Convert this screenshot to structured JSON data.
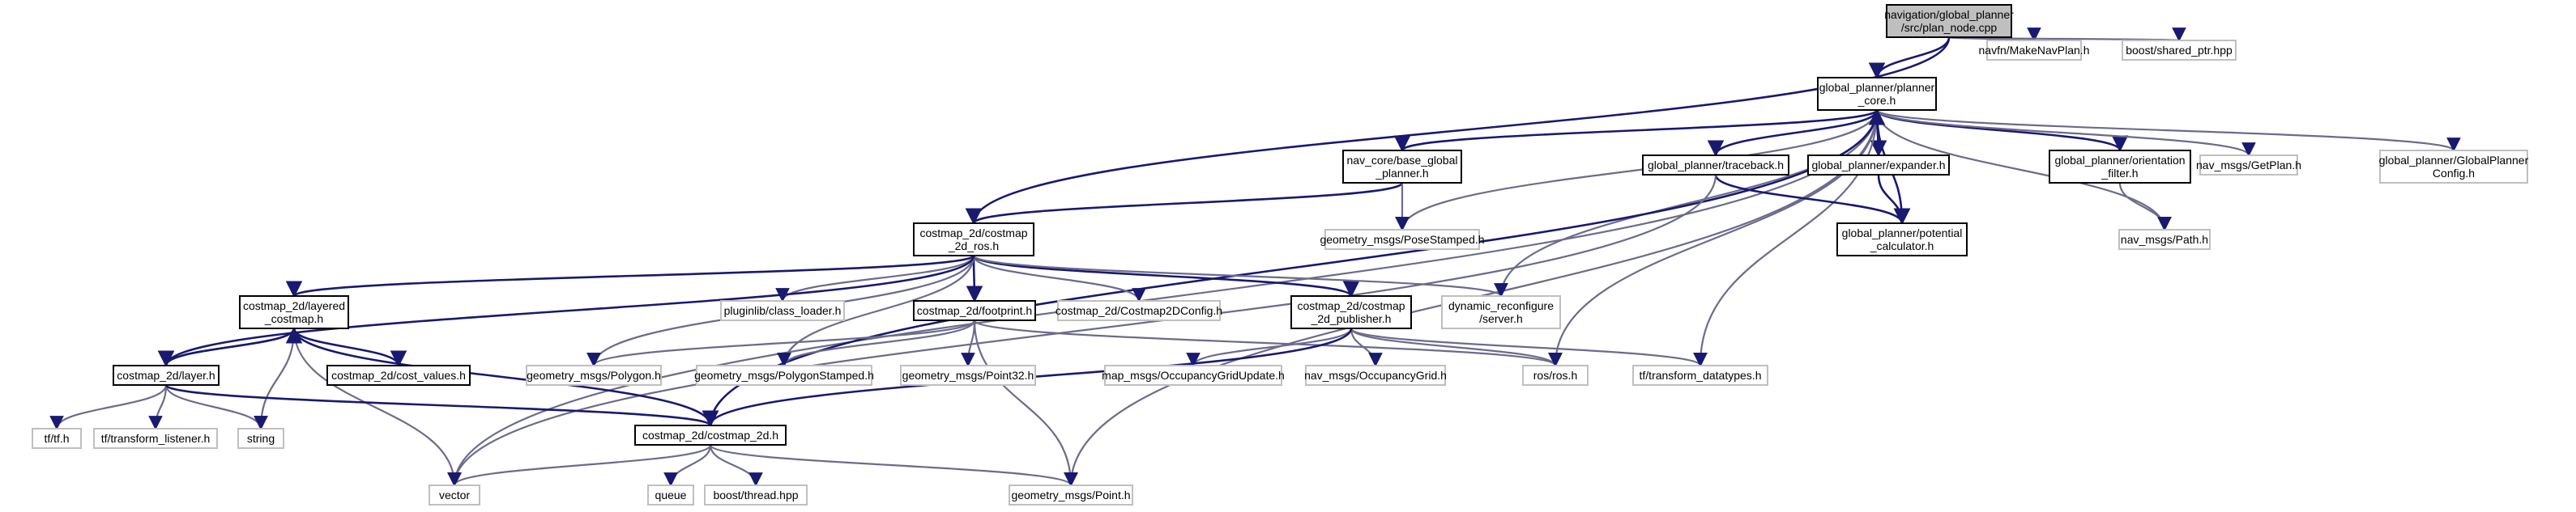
{
  "diagram": {
    "kind": "include-dependency-graph",
    "colors": {
      "root_fill": "#bfbfbf",
      "documented_border": "#000000",
      "external_border": "#bfbfbf",
      "edge": "#191970"
    },
    "nodes": [
      {
        "id": "root",
        "lines": [
          "navigation/global_planner",
          "/src/plan_node.cpp"
        ],
        "style": "root"
      },
      {
        "id": "navfn",
        "lines": [
          "navfn/MakeNavPlan.h"
        ],
        "style": "external"
      },
      {
        "id": "boost_shared",
        "lines": [
          "boost/shared_ptr.hpp"
        ],
        "style": "external"
      },
      {
        "id": "planner_core",
        "lines": [
          "global_planner/planner",
          "_core.h"
        ],
        "style": "documented"
      },
      {
        "id": "base_global",
        "lines": [
          "nav_core/base_global",
          "_planner.h"
        ],
        "style": "documented"
      },
      {
        "id": "traceback",
        "lines": [
          "global_planner/traceback.h"
        ],
        "style": "documented"
      },
      {
        "id": "expander",
        "lines": [
          "global_planner/expander.h"
        ],
        "style": "documented"
      },
      {
        "id": "orientation",
        "lines": [
          "global_planner/orientation",
          "_filter.h"
        ],
        "style": "documented"
      },
      {
        "id": "getplan",
        "lines": [
          "nav_msgs/GetPlan.h"
        ],
        "style": "external"
      },
      {
        "id": "gp_config",
        "lines": [
          "global_planner/GlobalPlanner",
          "Config.h"
        ],
        "style": "external"
      },
      {
        "id": "costmap_ros",
        "lines": [
          "costmap_2d/costmap",
          "_2d_ros.h"
        ],
        "style": "documented"
      },
      {
        "id": "posestamped",
        "lines": [
          "geometry_msgs/PoseStamped.h"
        ],
        "style": "external"
      },
      {
        "id": "potential",
        "lines": [
          "global_planner/potential",
          "_calculator.h"
        ],
        "style": "documented"
      },
      {
        "id": "path",
        "lines": [
          "nav_msgs/Path.h"
        ],
        "style": "external"
      },
      {
        "id": "layered",
        "lines": [
          "costmap_2d/layered",
          "_costmap.h"
        ],
        "style": "documented"
      },
      {
        "id": "class_loader",
        "lines": [
          "pluginlib/class_loader.h"
        ],
        "style": "external"
      },
      {
        "id": "footprint",
        "lines": [
          "costmap_2d/footprint.h"
        ],
        "style": "documented"
      },
      {
        "id": "c2dconfig",
        "lines": [
          "costmap_2d/Costmap2DConfig.h"
        ],
        "style": "external"
      },
      {
        "id": "publisher",
        "lines": [
          "costmap_2d/costmap",
          "_2d_publisher.h"
        ],
        "style": "documented"
      },
      {
        "id": "dyn_reconf",
        "lines": [
          "dynamic_reconfigure",
          "/server.h"
        ],
        "style": "external"
      },
      {
        "id": "cost_values",
        "lines": [
          "costmap_2d/cost_values.h"
        ],
        "style": "documented"
      },
      {
        "id": "layer",
        "lines": [
          "costmap_2d/layer.h"
        ],
        "style": "documented"
      },
      {
        "id": "polygon",
        "lines": [
          "geometry_msgs/Polygon.h"
        ],
        "style": "external"
      },
      {
        "id": "polygonstamped",
        "lines": [
          "geometry_msgs/PolygonStamped.h"
        ],
        "style": "external"
      },
      {
        "id": "point32",
        "lines": [
          "geometry_msgs/Point32.h"
        ],
        "style": "external"
      },
      {
        "id": "occ_update",
        "lines": [
          "map_msgs/OccupancyGridUpdate.h"
        ],
        "style": "external"
      },
      {
        "id": "occ_grid",
        "lines": [
          "nav_msgs/OccupancyGrid.h"
        ],
        "style": "external"
      },
      {
        "id": "ros",
        "lines": [
          "ros/ros.h"
        ],
        "style": "external"
      },
      {
        "id": "tf_datatypes",
        "lines": [
          "tf/transform_datatypes.h"
        ],
        "style": "external"
      },
      {
        "id": "tf",
        "lines": [
          "tf/tf.h"
        ],
        "style": "external"
      },
      {
        "id": "tf_listener",
        "lines": [
          "tf/transform_listener.h"
        ],
        "style": "external"
      },
      {
        "id": "string",
        "lines": [
          "string"
        ],
        "style": "external"
      },
      {
        "id": "costmap_2d",
        "lines": [
          "costmap_2d/costmap_2d.h"
        ],
        "style": "documented"
      },
      {
        "id": "vector",
        "lines": [
          "vector"
        ],
        "style": "external"
      },
      {
        "id": "queue",
        "lines": [
          "queue"
        ],
        "style": "external"
      },
      {
        "id": "boost_thread",
        "lines": [
          "boost/thread.hpp"
        ],
        "style": "external"
      },
      {
        "id": "point",
        "lines": [
          "geometry_msgs/Point.h"
        ],
        "style": "external"
      }
    ],
    "edges": [
      [
        "root",
        "planner_core"
      ],
      [
        "root",
        "navfn"
      ],
      [
        "root",
        "boost_shared"
      ],
      [
        "root",
        "costmap_ros"
      ],
      [
        "planner_core",
        "base_global"
      ],
      [
        "planner_core",
        "traceback"
      ],
      [
        "planner_core",
        "expander"
      ],
      [
        "planner_core",
        "orientation"
      ],
      [
        "planner_core",
        "getplan"
      ],
      [
        "planner_core",
        "gp_config"
      ],
      [
        "planner_core",
        "posestamped"
      ],
      [
        "planner_core",
        "potential"
      ],
      [
        "planner_core",
        "path"
      ],
      [
        "planner_core",
        "dyn_reconf"
      ],
      [
        "planner_core",
        "ros"
      ],
      [
        "planner_core",
        "tf_datatypes"
      ],
      [
        "planner_core",
        "vector"
      ],
      [
        "planner_core",
        "point"
      ],
      [
        "planner_core",
        "costmap_2d"
      ],
      [
        "base_global",
        "costmap_ros"
      ],
      [
        "base_global",
        "posestamped"
      ],
      [
        "traceback",
        "potential"
      ],
      [
        "traceback",
        "vector"
      ],
      [
        "expander",
        "planner_core"
      ],
      [
        "expander",
        "potential"
      ],
      [
        "orientation",
        "path"
      ],
      [
        "costmap_ros",
        "layered"
      ],
      [
        "costmap_ros",
        "class_loader"
      ],
      [
        "costmap_ros",
        "footprint"
      ],
      [
        "costmap_ros",
        "c2dconfig"
      ],
      [
        "costmap_ros",
        "publisher"
      ],
      [
        "costmap_ros",
        "dyn_reconf"
      ],
      [
        "costmap_ros",
        "polygon"
      ],
      [
        "costmap_ros",
        "polygonstamped"
      ],
      [
        "costmap_ros",
        "layer"
      ],
      [
        "layered",
        "cost_values"
      ],
      [
        "layered",
        "layer"
      ],
      [
        "layered",
        "string"
      ],
      [
        "layered",
        "vector"
      ],
      [
        "layered",
        "costmap_2d"
      ],
      [
        "layer",
        "tf"
      ],
      [
        "layer",
        "tf_listener"
      ],
      [
        "layer",
        "string"
      ],
      [
        "layer",
        "layered"
      ],
      [
        "layer",
        "costmap_2d"
      ],
      [
        "footprint",
        "polygon"
      ],
      [
        "footprint",
        "polygonstamped"
      ],
      [
        "footprint",
        "point32"
      ],
      [
        "footprint",
        "ros"
      ],
      [
        "footprint",
        "point"
      ],
      [
        "publisher",
        "occ_update"
      ],
      [
        "publisher",
        "occ_grid"
      ],
      [
        "publisher",
        "ros"
      ],
      [
        "publisher",
        "tf_datatypes"
      ],
      [
        "publisher",
        "costmap_2d"
      ],
      [
        "costmap_2d",
        "vector"
      ],
      [
        "costmap_2d",
        "queue"
      ],
      [
        "costmap_2d",
        "boost_thread"
      ],
      [
        "costmap_2d",
        "point"
      ]
    ]
  }
}
